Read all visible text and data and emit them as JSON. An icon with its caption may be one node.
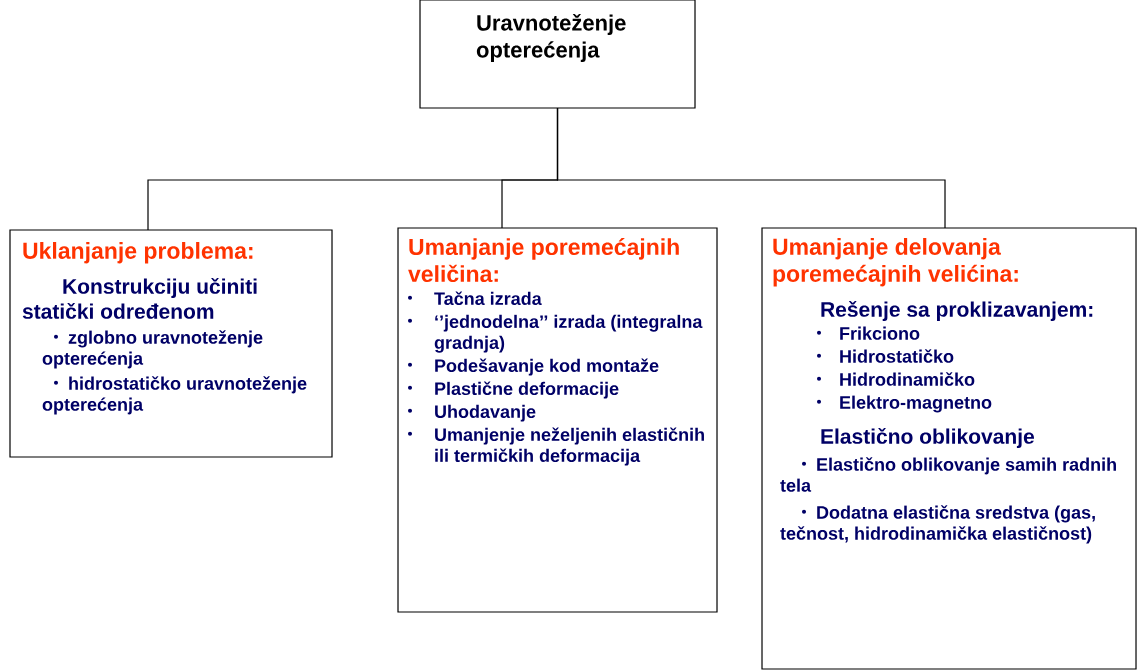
{
  "diagram": {
    "nodes": [
      {
        "text": [
          "Uravnoteženje opterećenja"
        ]
      },
      {
        "text": [
          "Uklanjanje problema:",
          "Konstrukciju učiniti statički određenom",
          "zglobno uravnoteženje opterećenja",
          "hidrostatičko uravnoteženje opterećenja"
        ]
      },
      {
        "text": [
          "Umanjanje poremećajnih veličina:",
          "Tačna izrada",
          "‘’jednodelna’’ izrada (integralna gradnja)",
          "Podešavanje kod montaže",
          "Plastične deformacije",
          "Uhodavanje",
          "Umanjenje neželjenih elastičnih ili termičkih deformacija"
        ]
      },
      {
        "text": [
          "Umanjanje delovanja poremećajnih velićina:",
          "Rešenje sa proklizavanjem:",
          "Frikciono",
          "Hidrostatičko",
          "Hidrodinamičko",
          "Elektro-magnetno",
          "Elastično oblikovanje",
          "Elastično oblikovanje samih radnih tela",
          "Dodatna elastična sredstva (gas, tečnost, hidrodinamička elastičnost)"
        ]
      }
    ],
    "edges": [
      {
        "from": 0,
        "to": 1,
        "arrow": "none"
      },
      {
        "from": 0,
        "to": 2,
        "arrow": "none"
      },
      {
        "from": 0,
        "to": 3,
        "arrow": "none"
      }
    ]
  }
}
